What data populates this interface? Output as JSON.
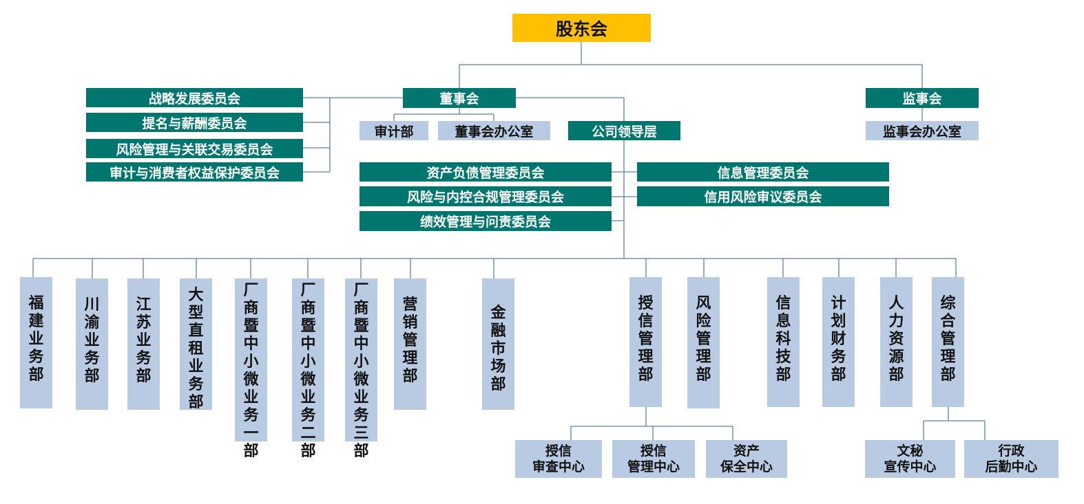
{
  "top": {
    "shareholders": "股东会"
  },
  "board": {
    "label": "董事会",
    "audit": "审计部",
    "office": "董事会办公室"
  },
  "supervisory": {
    "label": "监事会",
    "office": "监事会办公室"
  },
  "board_committees": [
    "战略发展委员会",
    "提名与薪酬委员会",
    "风险管理与关联交易委员会",
    "审计与消费者权益保护委员会"
  ],
  "management": {
    "label": "公司领导层",
    "committees_left": [
      "资产负债管理委员会",
      "风险与内控合规管理委员会",
      "绩效管理与问责委员会"
    ],
    "committees_right": [
      "信息管理委员会",
      "信用风险审议委员会"
    ]
  },
  "departments": [
    "福建业务部",
    "川渝业务部",
    "江苏业务部",
    "大型直租业务部",
    "厂商暨中小微业务一部",
    "厂商暨中小微业务二部",
    "厂商暨中小微业务三部",
    "营销管理部",
    "金融市场部",
    "授信管理部",
    "风险管理部",
    "信息科技部",
    "计划财务部",
    "人力资源部",
    "综合管理部"
  ],
  "credit_centers": [
    {
      "line1": "授信",
      "line2": "审查中心"
    },
    {
      "line1": "授信",
      "line2": "管理中心"
    },
    {
      "line1": "资产",
      "line2": "保全中心"
    }
  ],
  "admin_centers": [
    {
      "line1": "文秘",
      "line2": "宣传中心"
    },
    {
      "line1": "行政",
      "line2": "后勤中心"
    }
  ],
  "colors": {
    "teal": "#00766f",
    "light_blue": "#b9cbe2",
    "gold": "#fec000",
    "line": "#5b7fb2"
  }
}
